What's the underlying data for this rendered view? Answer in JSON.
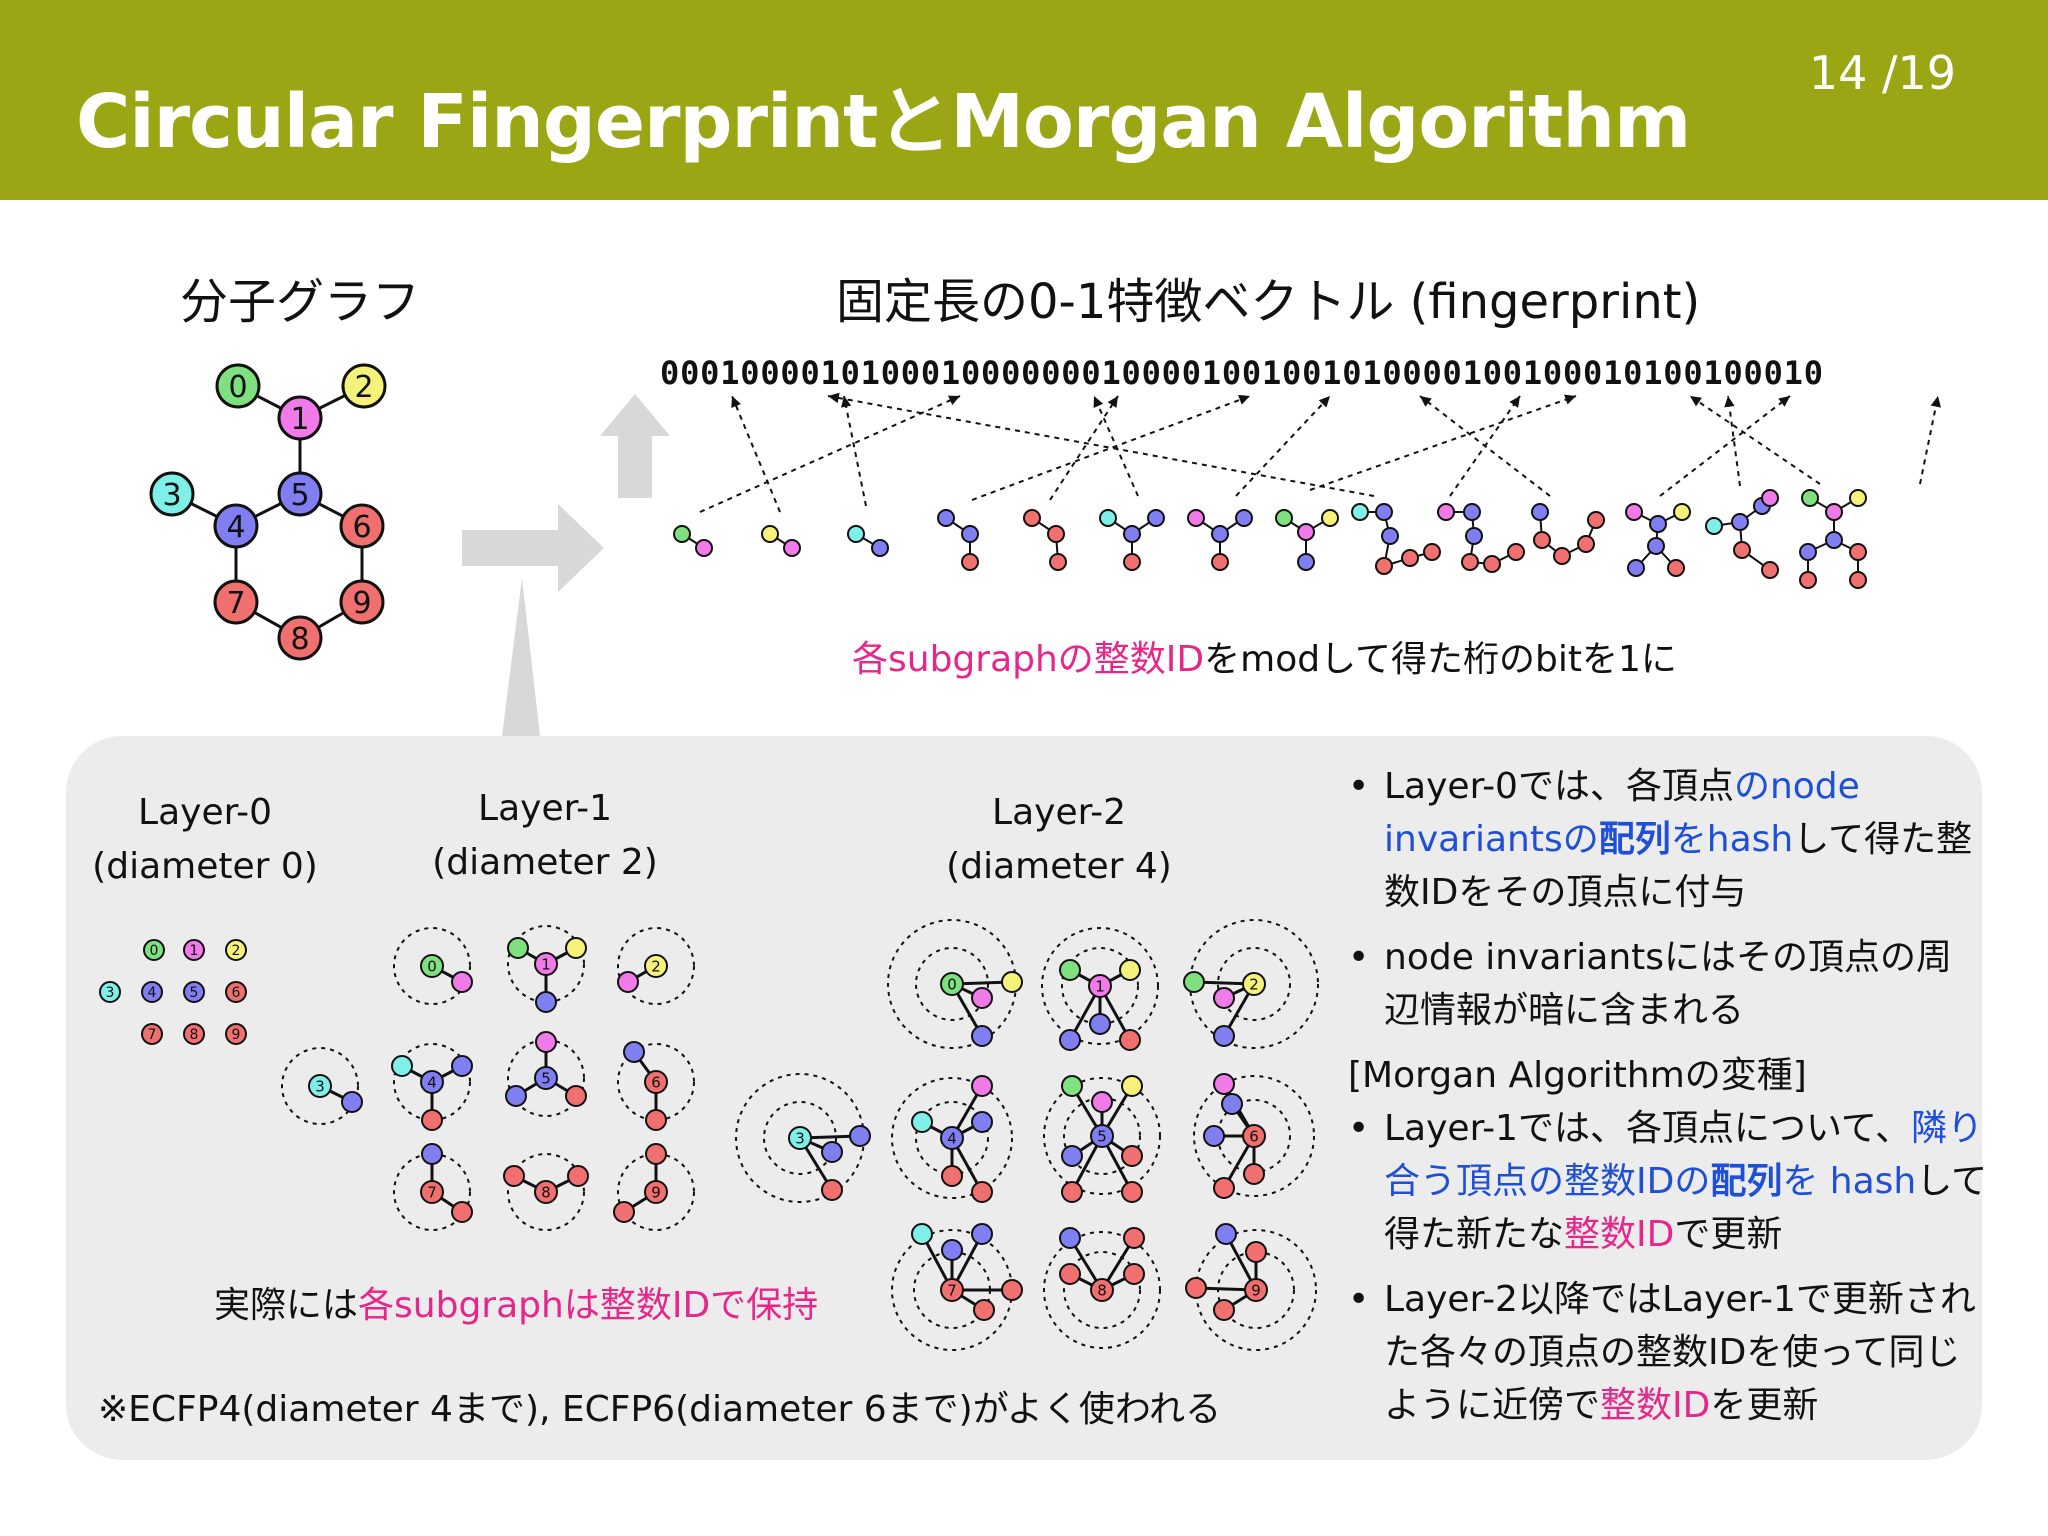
{
  "header": {
    "title": "Circular FingerprintとMorgan Algorithm",
    "page": "14 /19"
  },
  "mol_title": "分子グラフ",
  "fp_title": "固定長の0-1特徴ベクトル (fingerprint)",
  "bit_vector": "0001000010100010000000100001001001010000100100010100100010",
  "caption": {
    "pink": "各subgraphの整数ID",
    "rest": "をmodして得た桁のbitを1に"
  },
  "layers": [
    {
      "name": "Layer-0",
      "diameter": "(diameter 0)"
    },
    {
      "name": "Layer-1",
      "diameter": "(diameter 2)"
    },
    {
      "name": "Layer-2",
      "diameter": "(diameter 4)"
    }
  ],
  "bottom_note": {
    "pre": "実際には",
    "pink": "各subgraphは整数IDで保持"
  },
  "ecfp_note": "※ECFP4(diameter 4まで), ECFP6(diameter 6まで)がよく使われる",
  "notes": {
    "b1_a": "Layer-0では、各頂点",
    "b1_b": "のnode invariantsの",
    "b1_c": "配列",
    "b1_d": "をhash",
    "b1_e": "して得た整数IDをその頂点に付与",
    "b2": "node invariantsにはその頂点の周辺情報が暗に含まれる",
    "variant": "[Morgan Algorithmの変種]",
    "b3_a": "Layer-1では、各頂点について、",
    "b3_b": "隣り合う頂点の整数IDの",
    "b3_c": "配列",
    "b3_d": "を hash",
    "b3_e": "して得た新たな",
    "b3_f": "整数ID",
    "b3_g": "で更新",
    "b4_a": "Layer-2以降ではLayer-1で更新された各々の頂点の整数IDを使って同じように近傍で",
    "b4_b": "整数ID",
    "b4_c": "を更新"
  },
  "node_labels": [
    "0",
    "1",
    "2",
    "3",
    "4",
    "5",
    "6",
    "7",
    "8",
    "9"
  ],
  "colors": {
    "header": "#9ba614",
    "green": "#7fe07f",
    "magenta": "#f07ae8",
    "yellow": "#f4f27a",
    "cyan": "#7ef0e8",
    "blue": "#7f7ff2",
    "red": "#f07070",
    "pink_text": "#e8268a",
    "blue_text": "#1f4fd6",
    "panel": "#ececec",
    "arrow": "#d8d8d8"
  }
}
